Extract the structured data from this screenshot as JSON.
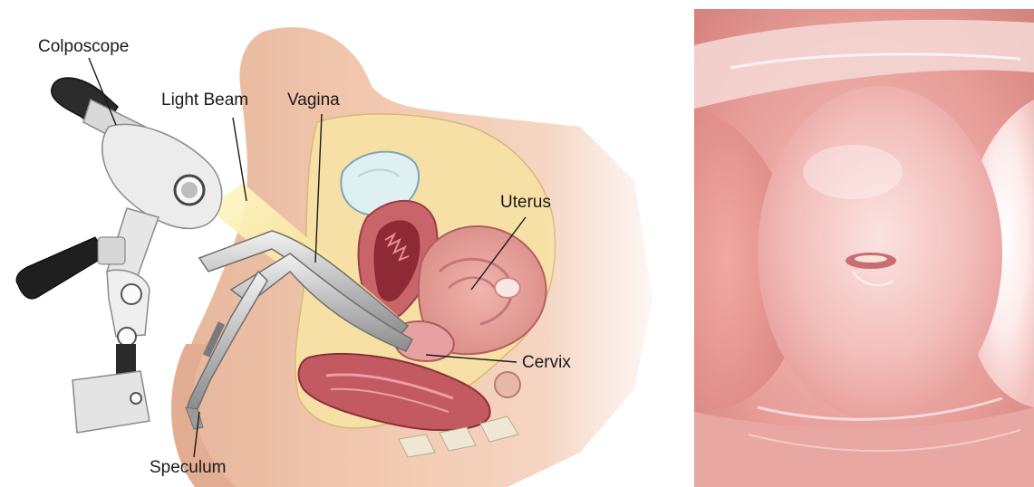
{
  "diagram": {
    "labels": {
      "colposcope": "Colposcope",
      "light_beam": "Light Beam",
      "vagina": "Vagina",
      "uterus": "Uterus",
      "cervix": "Cervix",
      "speculum": "Speculum"
    }
  },
  "colors": {
    "skin": "#f3c9b0",
    "tissue": "#e8a4a0",
    "fat": "#f5dfa0",
    "instrument": "#c9c9c9",
    "light": "#f7e39a",
    "photo_base": "#e89a96"
  }
}
